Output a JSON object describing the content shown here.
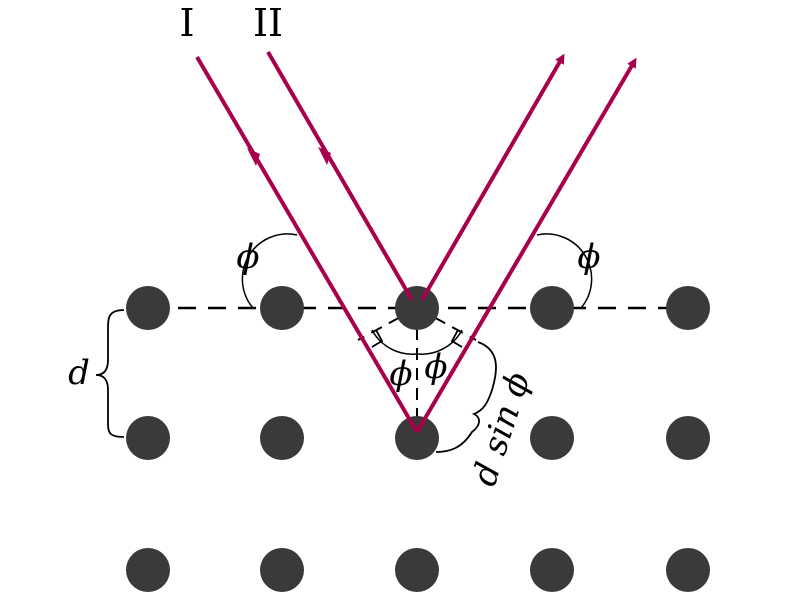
{
  "colors": {
    "ray": "#A8004D",
    "atom": "#3a3a3a",
    "line": "#000000",
    "background": "#ffffff"
  },
  "rays": {
    "ray_1_label": "I",
    "ray_2_label": "II"
  },
  "angles": {
    "phi": "ϕ"
  },
  "spacing": {
    "d_label": "d",
    "path_difference_label": "d sin ϕ"
  },
  "lattice": {
    "rows": 3,
    "columns": 5
  }
}
